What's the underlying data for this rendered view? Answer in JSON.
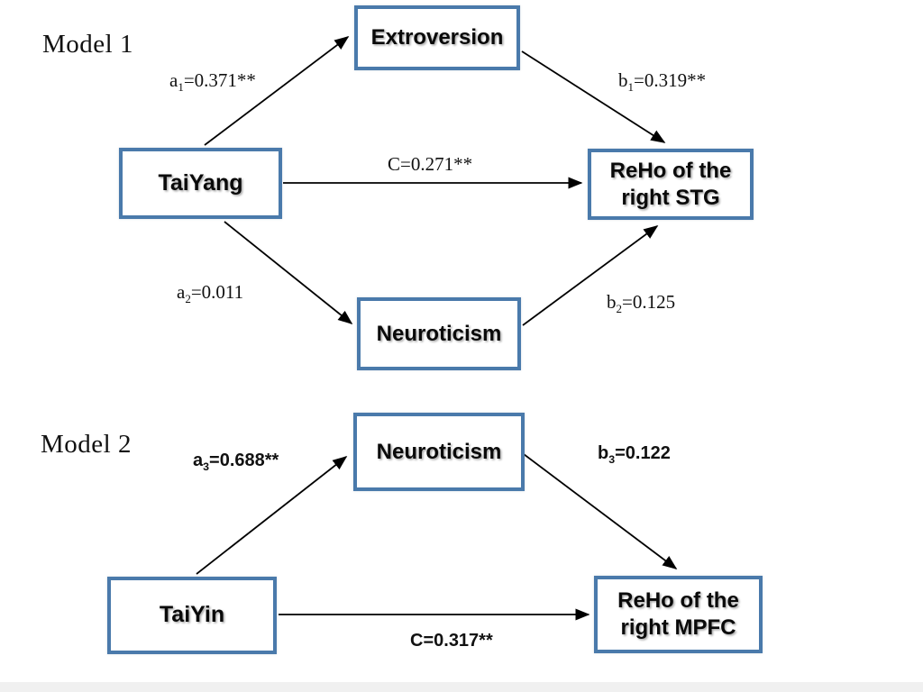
{
  "colors": {
    "box_border": "#4a7aab",
    "box_fill": "#ffffff",
    "arrow": "#000000",
    "text": "#000000"
  },
  "model1": {
    "title": "Model 1",
    "nodes": {
      "predictor": {
        "label": "TaiYang"
      },
      "mediator_top": {
        "label": "Extroversion"
      },
      "mediator_bottom": {
        "label": "Neuroticism"
      },
      "outcome": {
        "label": "ReHo of the\nright STG"
      }
    },
    "paths": {
      "a1": {
        "var": "a",
        "sub": "1",
        "value": "=0.371**"
      },
      "b1": {
        "var": "b",
        "sub": "1",
        "value": "=0.319**"
      },
      "c": {
        "var": "C",
        "sub": "",
        "value": "=0.271**"
      },
      "a2": {
        "var": "a",
        "sub": "2",
        "value": "=0.011"
      },
      "b2": {
        "var": "b",
        "sub": "2",
        "value": "=0.125"
      }
    }
  },
  "model2": {
    "title": "Model 2",
    "nodes": {
      "predictor": {
        "label": "TaiYin"
      },
      "mediator": {
        "label": "Neuroticism"
      },
      "outcome": {
        "label": "ReHo of the\nright MPFC"
      }
    },
    "paths": {
      "a3": {
        "var": "a",
        "sub": "3",
        "value": "=0.688**"
      },
      "b3": {
        "var": "b",
        "sub": "3",
        "value": "=0.122"
      },
      "c": {
        "var": "C",
        "sub": "",
        "value": "=0.317**"
      }
    }
  }
}
